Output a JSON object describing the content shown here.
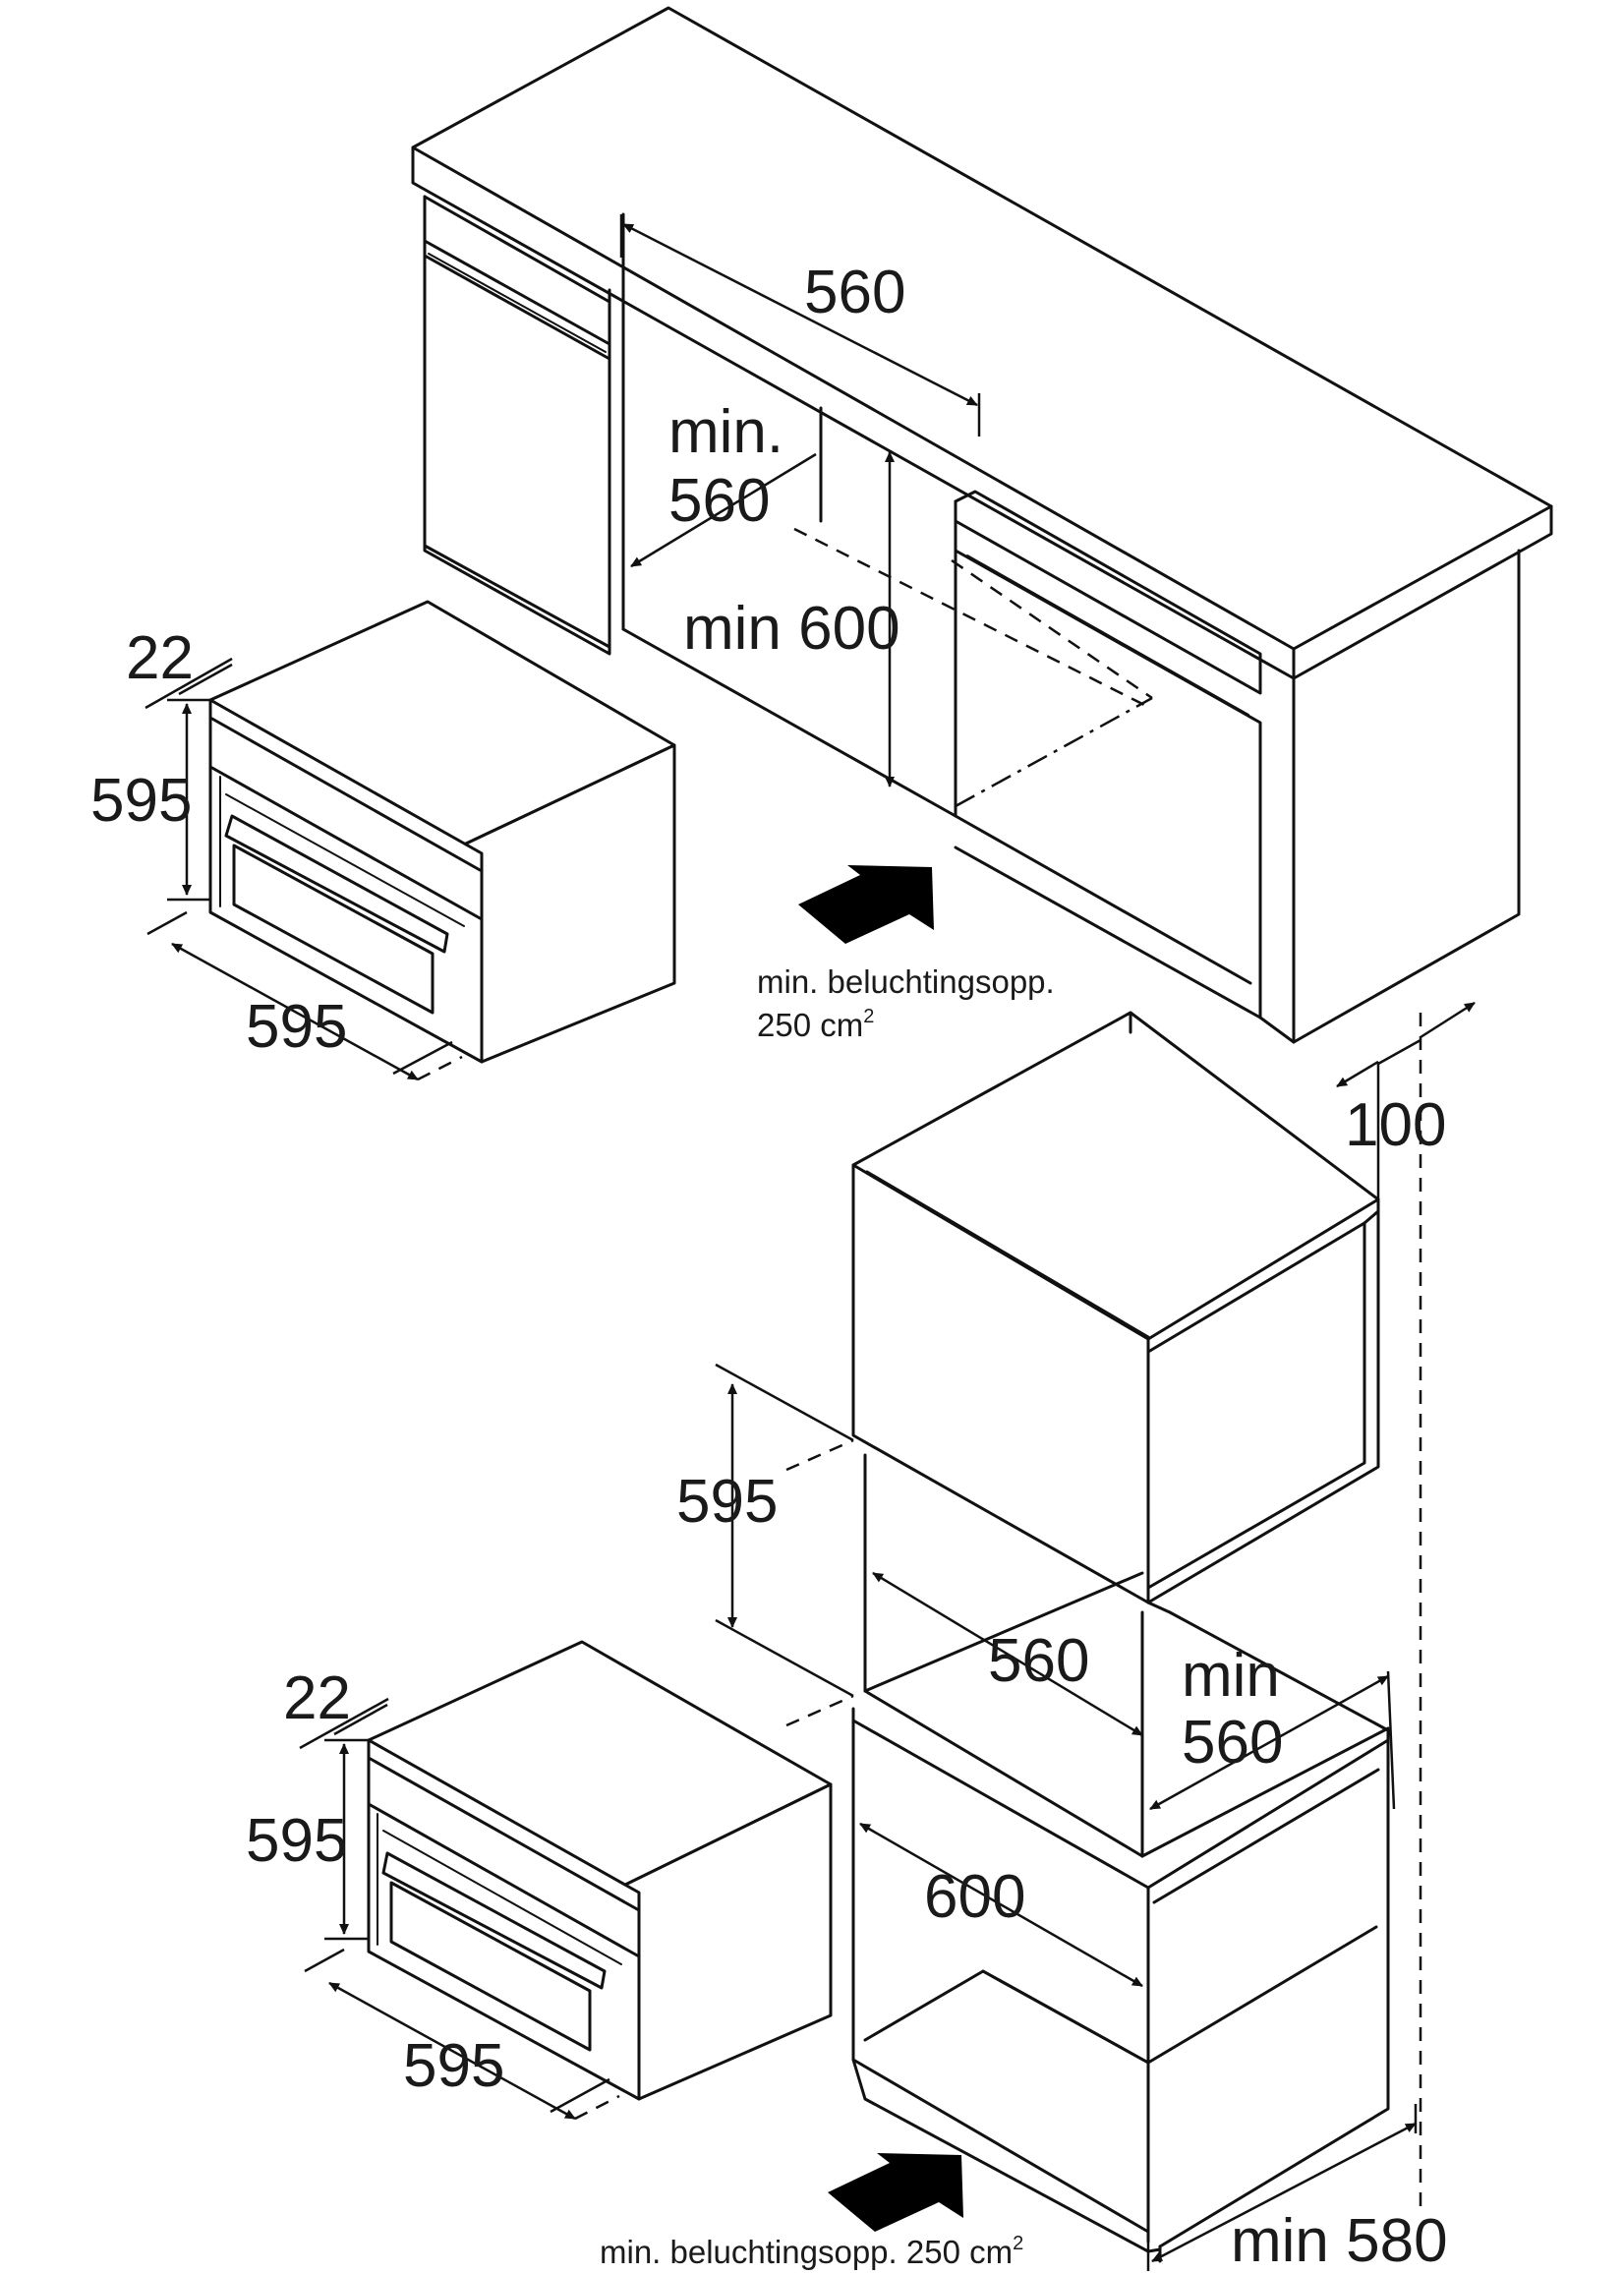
{
  "upper": {
    "niche_width": "560",
    "niche_min_depth_line1": "min.",
    "niche_min_depth_line2": "560",
    "niche_height": "min 600",
    "oven_depth_top": "22",
    "oven_height": "595",
    "oven_width": "595",
    "ventilation_line1": "min. beluchtingsopp.",
    "ventilation_line2": "250 cm",
    "ventilation_sup": "2"
  },
  "lower": {
    "rear_gap": "100",
    "niche_height": "595",
    "niche_width": "560",
    "niche_min_depth_line1": "min",
    "niche_min_depth_line2": "560",
    "cabinet_width": "600",
    "cabinet_depth": "min 580",
    "oven_depth_top": "22",
    "oven_height": "595",
    "oven_width": "595",
    "ventilation": "min. beluchtingsopp. 250 cm",
    "ventilation_sup": "2"
  },
  "arrow_color": "#000000",
  "line_color": "#111111"
}
